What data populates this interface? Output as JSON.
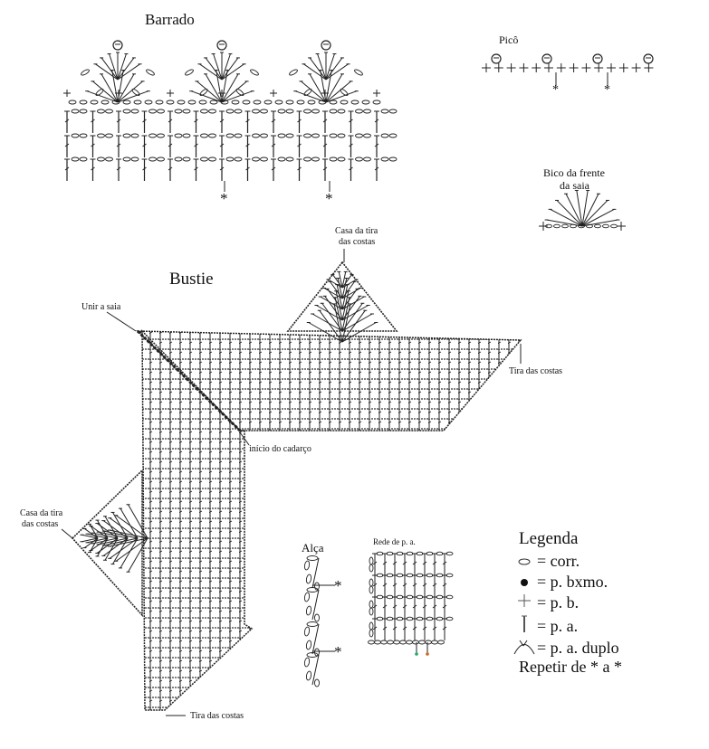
{
  "sections": {
    "barrado": "Barrado",
    "pico": "Picô",
    "bico_line1": "Bico da frente",
    "bico_line2": "da saia",
    "bustie": "Bustie",
    "alca": "Alça",
    "rede": "Rede de p. a."
  },
  "labels": {
    "casa_top_1": "Casa da tira",
    "casa_top_2": "das costas",
    "unir_saia": "Unir a saia",
    "tira_costas_right": "Tira das costas",
    "inicio_cadarco": "início do cadarço",
    "casa_left_1": "Casa da tira",
    "casa_left_2": "das costas",
    "tira_costas_bottom": "Tira das costas",
    "asterisk": "*"
  },
  "legend": {
    "title": "Legenda",
    "items": [
      {
        "icon": "chain-oval-icon",
        "text": "= corr."
      },
      {
        "icon": "dot-icon",
        "text": "= p. bxmo."
      },
      {
        "icon": "plus-icon",
        "text": "= p. b."
      },
      {
        "icon": "post-icon",
        "text": "= p. a."
      },
      {
        "icon": "double-post-icon",
        "text": "= p. a. duplo"
      }
    ],
    "repeat": "Repetir de * a *"
  }
}
